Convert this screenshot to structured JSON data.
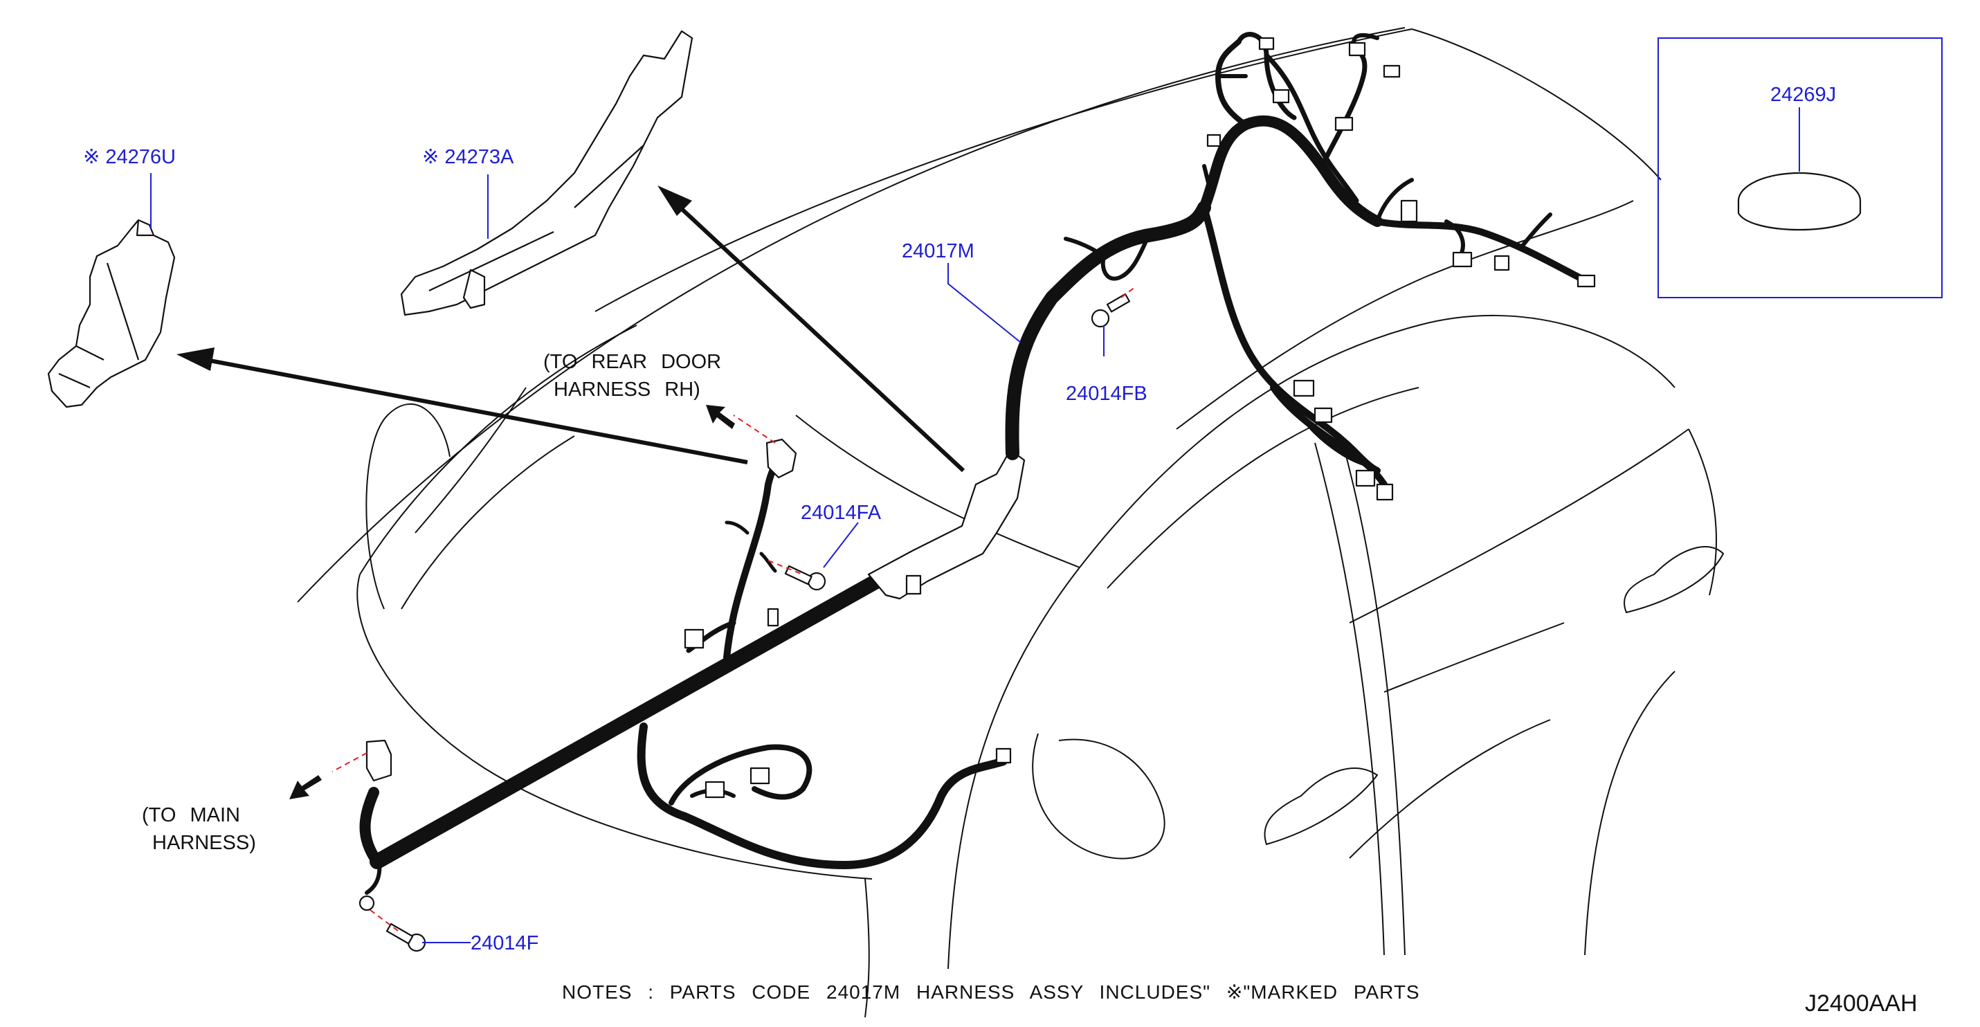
{
  "labels": {
    "part_24276U": "※ 24276U",
    "part_24273A": "※ 24273A",
    "part_24017M": "24017M",
    "part_24014FB": "24014FB",
    "part_24014FA": "24014FA",
    "part_24014F": "24014F",
    "part_24269J": "24269J"
  },
  "annotations": {
    "to_rear_door_line1": "(TO REAR DOOR",
    "to_rear_door_line2": "HARNESS RH)",
    "to_main_line1": "(TO MAIN",
    "to_main_line2": "HARNESS)"
  },
  "notes": "NOTES : PARTS CODE 24017M HARNESS ASSY INCLUDES\" ※\"MARKED PARTS",
  "diagram_code": "J2400AAH",
  "colors": {
    "callout": "#1e1ed2",
    "line": "#111111",
    "dashed_lead": "#e02020"
  }
}
